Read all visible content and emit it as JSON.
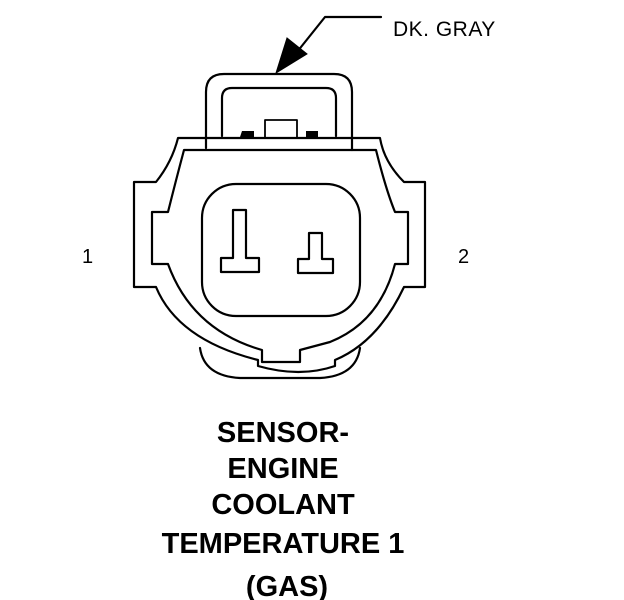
{
  "callout": {
    "wire_color_label": "DK. GRAY"
  },
  "pins": {
    "left_label": "1",
    "right_label": "2"
  },
  "component": {
    "title_lines": [
      "SENSOR-",
      "ENGINE",
      "COOLANT",
      "TEMPERATURE 1",
      "(GAS)"
    ]
  },
  "colors": {
    "ink": "#000000",
    "background": "#ffffff"
  }
}
